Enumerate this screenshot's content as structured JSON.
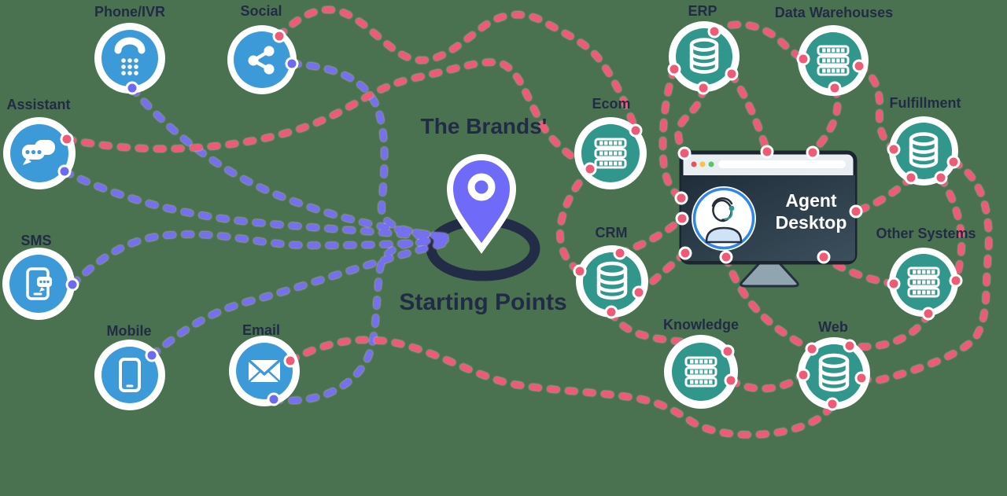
{
  "center": {
    "title_line1": "The Brands'",
    "title_line2": "Starting Points"
  },
  "channels": [
    {
      "label": "Phone/IVR"
    },
    {
      "label": "Social"
    },
    {
      "label": "Assistant"
    },
    {
      "label": "SMS"
    },
    {
      "label": "Mobile"
    },
    {
      "label": "Email"
    }
  ],
  "systems": [
    {
      "label": "ERP"
    },
    {
      "label": "Data Warehouses"
    },
    {
      "label": "Ecom"
    },
    {
      "label": "Fulfillment"
    },
    {
      "label": "CRM"
    },
    {
      "label": "Other Systems"
    },
    {
      "label": "Knowledge"
    },
    {
      "label": "Web"
    }
  ],
  "agent_desktop": {
    "label_line1": "Agent",
    "label_line2": "Desktop"
  },
  "colors": {
    "background": "#4A7250",
    "channel_blue": "#3D9AD8",
    "system_teal": "#31968C",
    "line_red": "#EF5A76",
    "line_blue": "#7470EF",
    "pin_purple": "#6F6AF7",
    "ring_navy": "#232C47",
    "text_navy": "#222B45",
    "avatar_ring_blue": "#2E86E8"
  }
}
